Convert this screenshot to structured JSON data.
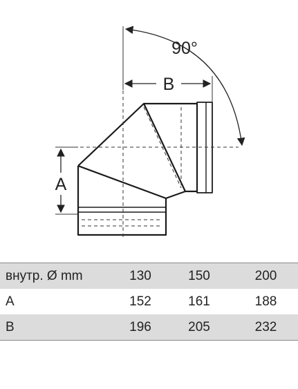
{
  "diagram": {
    "angle_label": "90°",
    "dimension_b_label": "B",
    "dimension_a_label": "A"
  },
  "table": {
    "rows": [
      {
        "label": "внутр. Ø mm",
        "values": [
          "130",
          "150",
          "200"
        ]
      },
      {
        "label": "A",
        "values": [
          "152",
          "161",
          "188"
        ]
      },
      {
        "label": "B",
        "values": [
          "196",
          "205",
          "232"
        ]
      }
    ]
  }
}
